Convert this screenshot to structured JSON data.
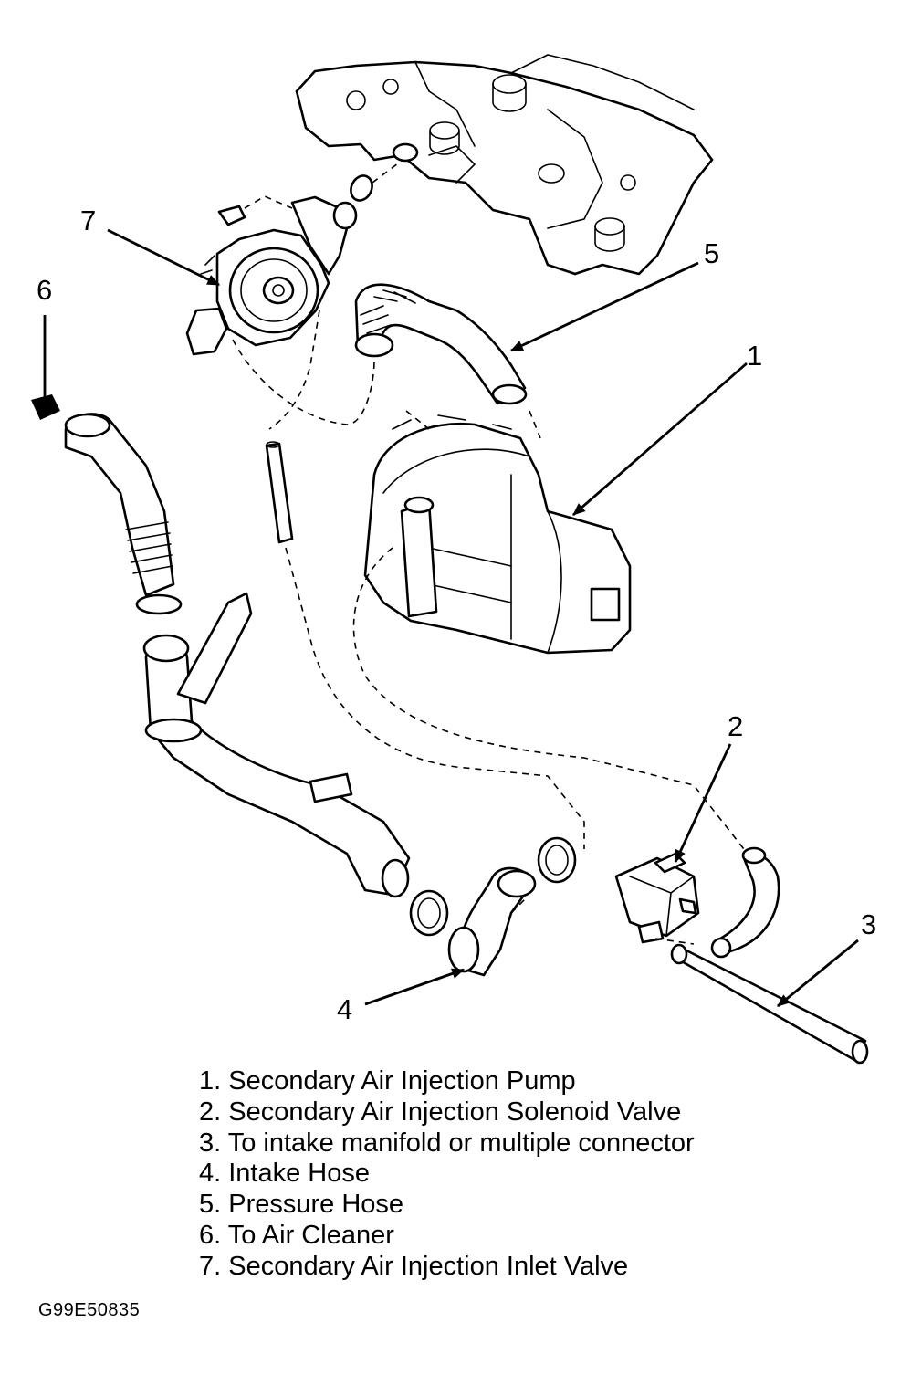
{
  "callouts": {
    "c1": "1",
    "c2": "2",
    "c3": "3",
    "c4": "4",
    "c5": "5",
    "c6": "6",
    "c7": "7"
  },
  "legend": {
    "items": [
      "1. Secondary Air Injection Pump",
      "2. Secondary Air Injection Solenoid Valve",
      "3. To intake manifold or multiple connector",
      "4. Intake Hose",
      "5. Pressure Hose",
      "6. To Air Cleaner",
      "7. Secondary Air Injection Inlet Valve"
    ]
  },
  "figure_code": "G99E50835"
}
